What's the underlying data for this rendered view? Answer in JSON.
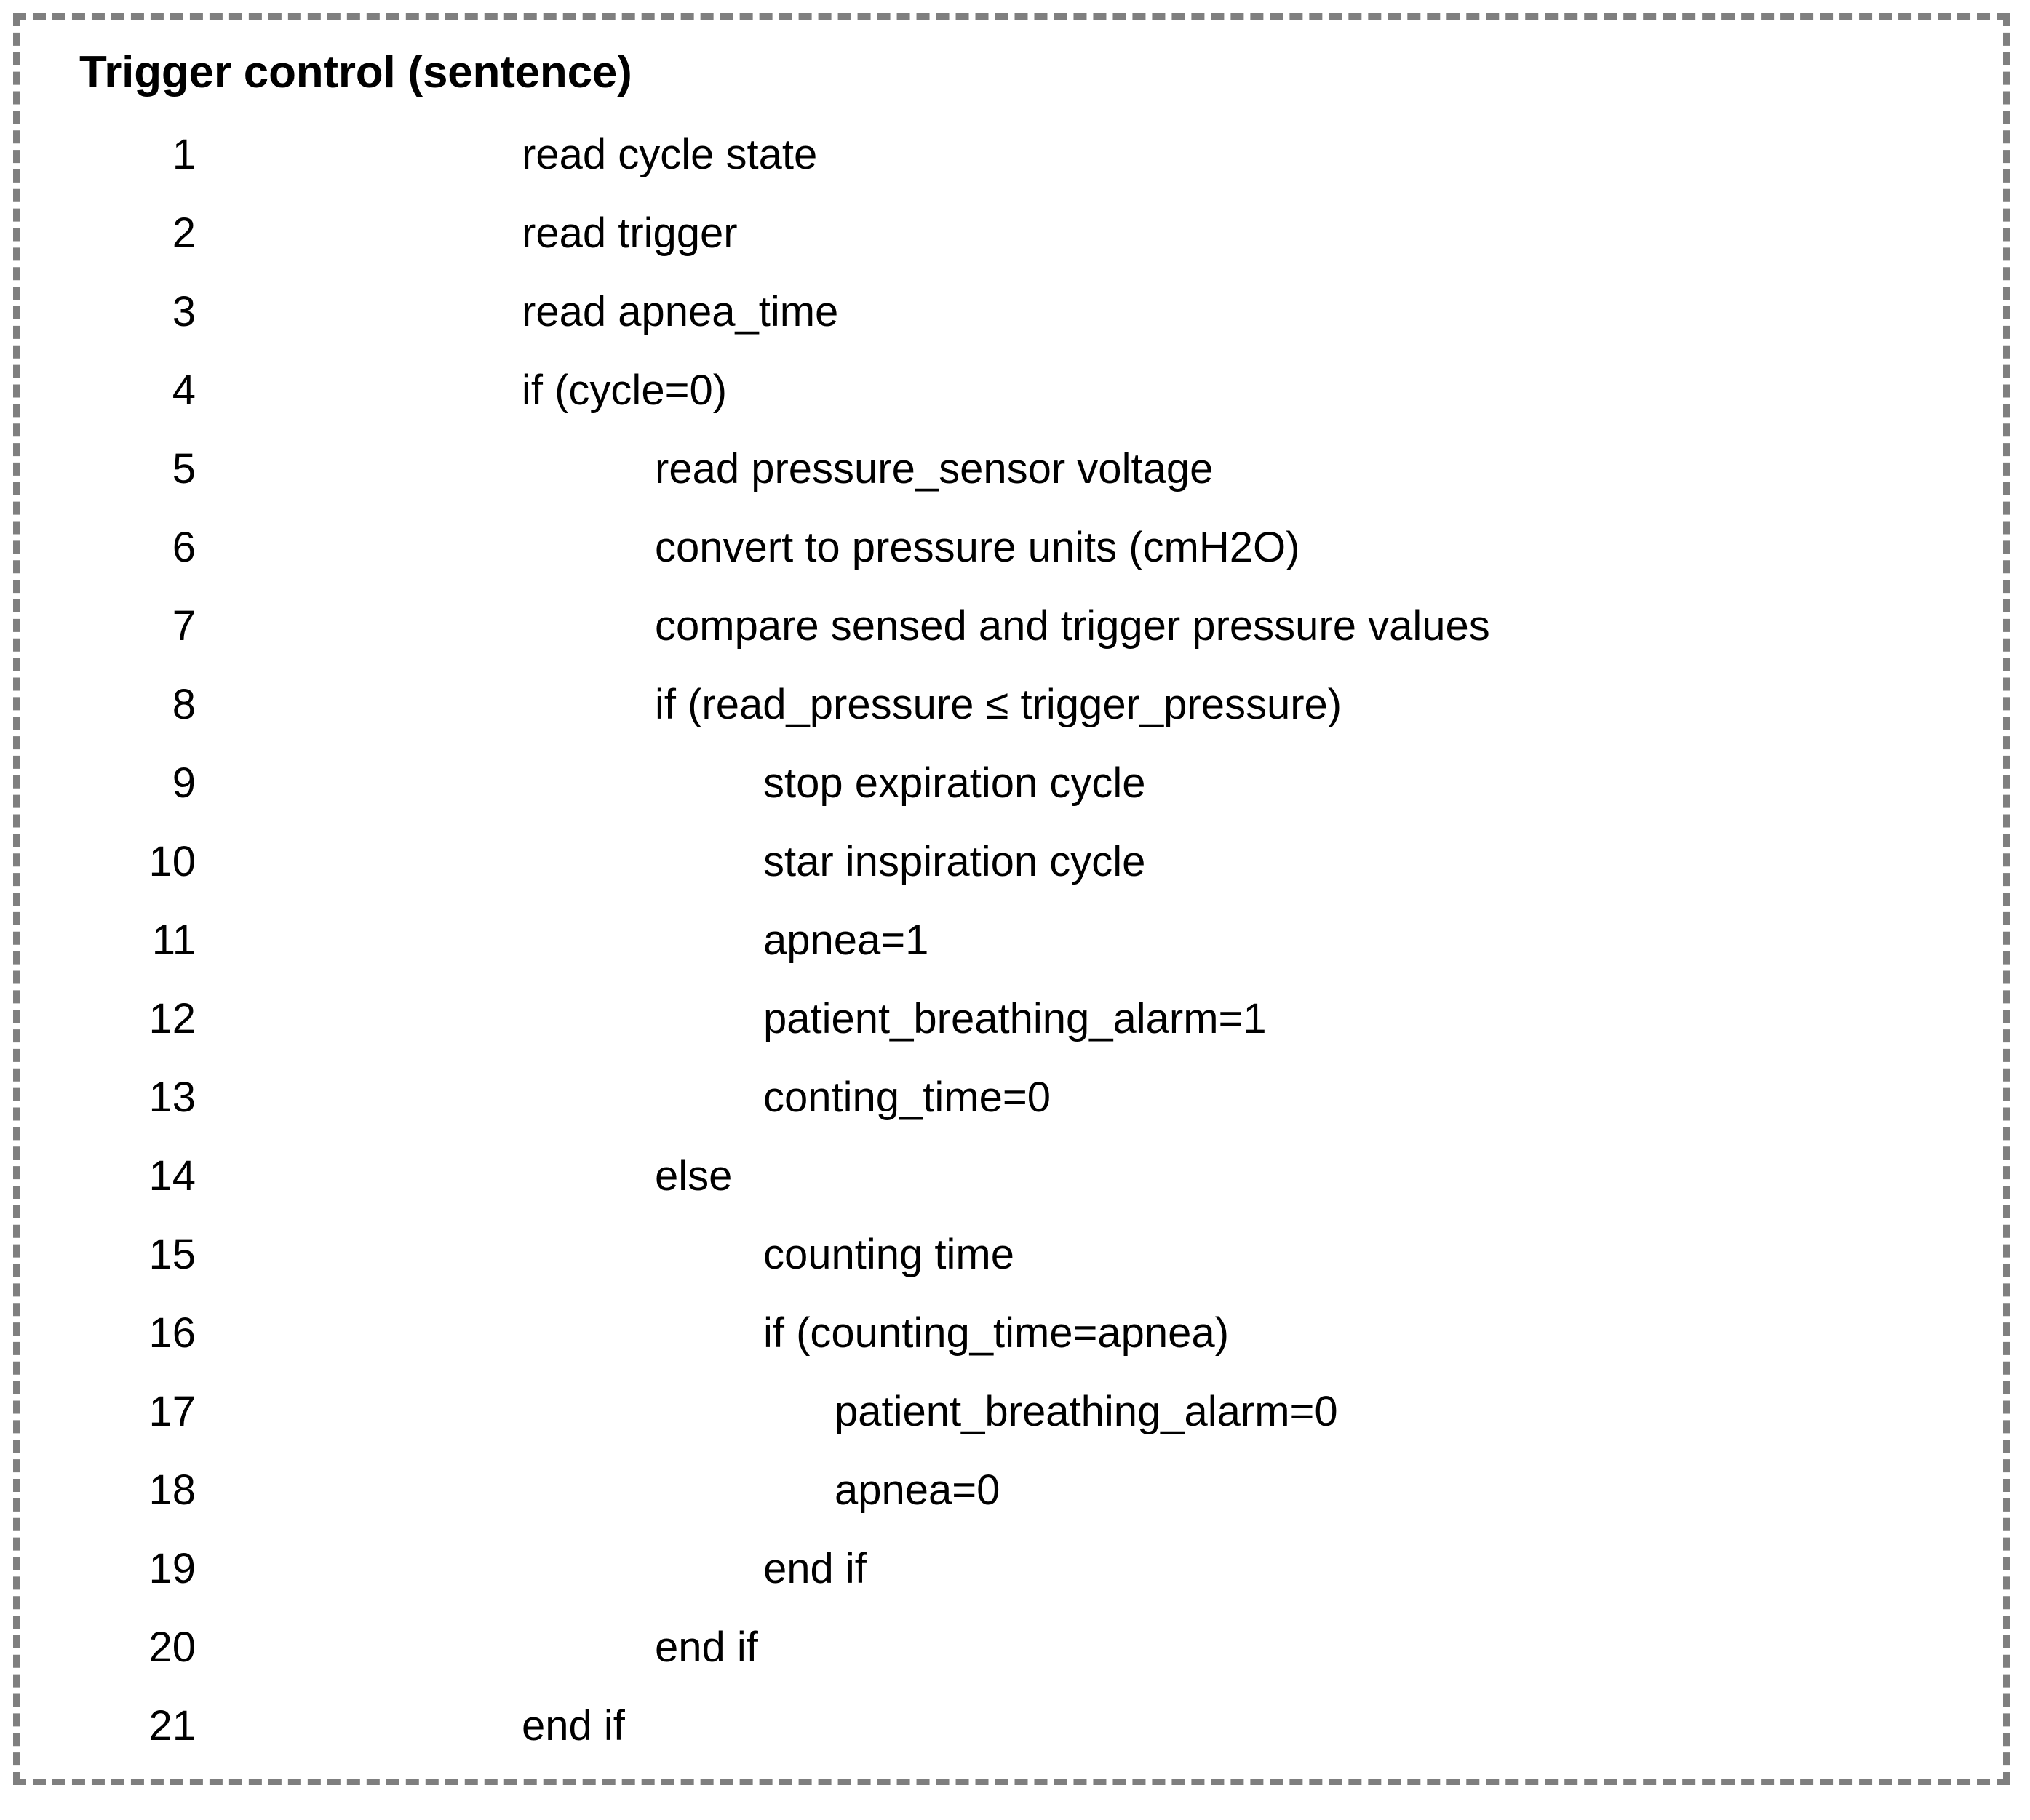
{
  "block": {
    "title": "Trigger control (sentence)",
    "frame_style": "dashed",
    "frame_color": "#7f7f7f",
    "text_color": "#000000",
    "background_color": "#ffffff"
  },
  "code_lines": [
    {
      "number": "1",
      "indent": 0,
      "text": "read cycle state"
    },
    {
      "number": "2",
      "indent": 0,
      "text": "read trigger"
    },
    {
      "number": "3",
      "indent": 0,
      "text": "read apnea_time"
    },
    {
      "number": "4",
      "indent": 0,
      "text": "if (cycle=0)"
    },
    {
      "number": "5",
      "indent": 1,
      "text": "read pressure_sensor voltage"
    },
    {
      "number": "6",
      "indent": 1,
      "text": "convert to pressure units (cmH2O)"
    },
    {
      "number": "7",
      "indent": 1,
      "text": "compare sensed and trigger pressure values"
    },
    {
      "number": "8",
      "indent": 1,
      "text": "if (read_pressure ≤ trigger_pressure)"
    },
    {
      "number": "9",
      "indent": 2,
      "text": "stop expiration cycle"
    },
    {
      "number": "10",
      "indent": 2,
      "text": "star inspiration cycle"
    },
    {
      "number": "11",
      "indent": 2,
      "text": "apnea=1"
    },
    {
      "number": "12",
      "indent": 2,
      "text": "patient_breathing_alarm=1"
    },
    {
      "number": "13",
      "indent": 2,
      "text": "conting_time=0"
    },
    {
      "number": "14",
      "indent": 1,
      "text": "else"
    },
    {
      "number": "15",
      "indent": 2,
      "text": "counting time"
    },
    {
      "number": "16",
      "indent": 2,
      "text": "if (counting_time=apnea)"
    },
    {
      "number": "17",
      "indent": 3,
      "text": "patient_breathing_alarm=0"
    },
    {
      "number": "18",
      "indent": 3,
      "text": "apnea=0"
    },
    {
      "number": "19",
      "indent": 2,
      "text": "end if"
    },
    {
      "number": "20",
      "indent": 1,
      "text": "end if"
    },
    {
      "number": "21",
      "indent": 0,
      "text": "end if"
    }
  ]
}
